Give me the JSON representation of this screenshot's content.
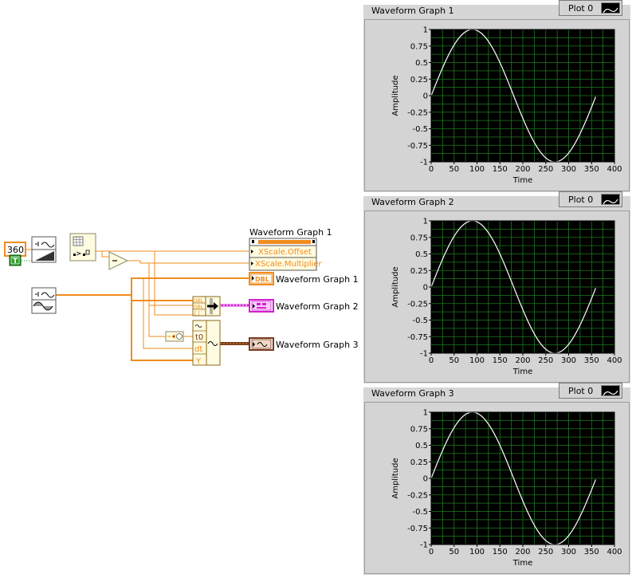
{
  "block_diagram": {
    "constant_value": "360",
    "boolean_constant": "T",
    "property_node_title": "Waveform Graph 1",
    "property_node_items": [
      "XScale.Offset",
      "XScale.Multiplier"
    ],
    "terminals": [
      {
        "tag": "DBL",
        "label": "Waveform Graph 1"
      },
      {
        "tag": "",
        "label": "Waveform Graph 2"
      },
      {
        "tag": "",
        "label": "Waveform Graph 3"
      }
    ],
    "bundle_labels": [
      "DBL",
      "DBL",
      "[ ]"
    ],
    "build_waveform_inputs": [
      "t0",
      "dt",
      "Y"
    ]
  },
  "graphs": [
    {
      "title": "Waveform Graph 1",
      "legend": "Plot 0"
    },
    {
      "title": "Waveform Graph 2",
      "legend": "Plot 0"
    },
    {
      "title": "Waveform Graph 3",
      "legend": "Plot 0"
    }
  ],
  "chart_data": [
    {
      "type": "line",
      "xlabel": "Time",
      "ylabel": "Amplitude",
      "xlim": [
        0,
        400
      ],
      "ylim": [
        -1,
        1
      ],
      "x_ticks": [
        0,
        50,
        100,
        150,
        200,
        250,
        300,
        350,
        400
      ],
      "y_ticks": [
        1,
        0.75,
        0.5,
        0.25,
        0,
        -0.25,
        -0.5,
        -0.75,
        -1
      ],
      "grid": true,
      "series": [
        {
          "function": "sin(x degrees)",
          "x_start": 0,
          "x_end": 359,
          "x_step": 1
        }
      ],
      "colors": {
        "plot_bg": "#000000",
        "grid": "#1e7a1e",
        "trace": "#ffffff"
      }
    },
    {
      "type": "line",
      "xlabel": "Time",
      "ylabel": "Amplitude",
      "xlim": [
        0,
        400
      ],
      "ylim": [
        -1,
        1
      ],
      "x_ticks": [
        0,
        50,
        100,
        150,
        200,
        250,
        300,
        350,
        400
      ],
      "y_ticks": [
        1,
        0.75,
        0.5,
        0.25,
        0,
        -0.25,
        -0.5,
        -0.75,
        -1
      ],
      "grid": true,
      "series": [
        {
          "function": "sin(x degrees)",
          "x_start": 0,
          "x_end": 359,
          "x_step": 1
        }
      ],
      "colors": {
        "plot_bg": "#000000",
        "grid": "#1e7a1e",
        "trace": "#ffffff"
      }
    },
    {
      "type": "line",
      "xlabel": "Time",
      "ylabel": "Amplitude",
      "xlim": [
        0,
        400
      ],
      "ylim": [
        -1,
        1
      ],
      "x_ticks": [
        0,
        50,
        100,
        150,
        200,
        250,
        300,
        350,
        400
      ],
      "y_ticks": [
        1,
        0.75,
        0.5,
        0.25,
        0,
        -0.25,
        -0.5,
        -0.75,
        -1
      ],
      "grid": true,
      "series": [
        {
          "function": "sin(x degrees)",
          "x_start": 0,
          "x_end": 359,
          "x_step": 1
        }
      ],
      "colors": {
        "plot_bg": "#000000",
        "grid": "#1e7a1e",
        "trace": "#ffffff"
      }
    }
  ],
  "colors": {
    "wire_dbl": "#f08c1e",
    "wire_waveform": "#7a3a1e",
    "wire_cluster": "#d020d0",
    "boolean": "#1a8a1a",
    "node_fill": "#fffbe0",
    "node_border": "#8a8a6a"
  }
}
